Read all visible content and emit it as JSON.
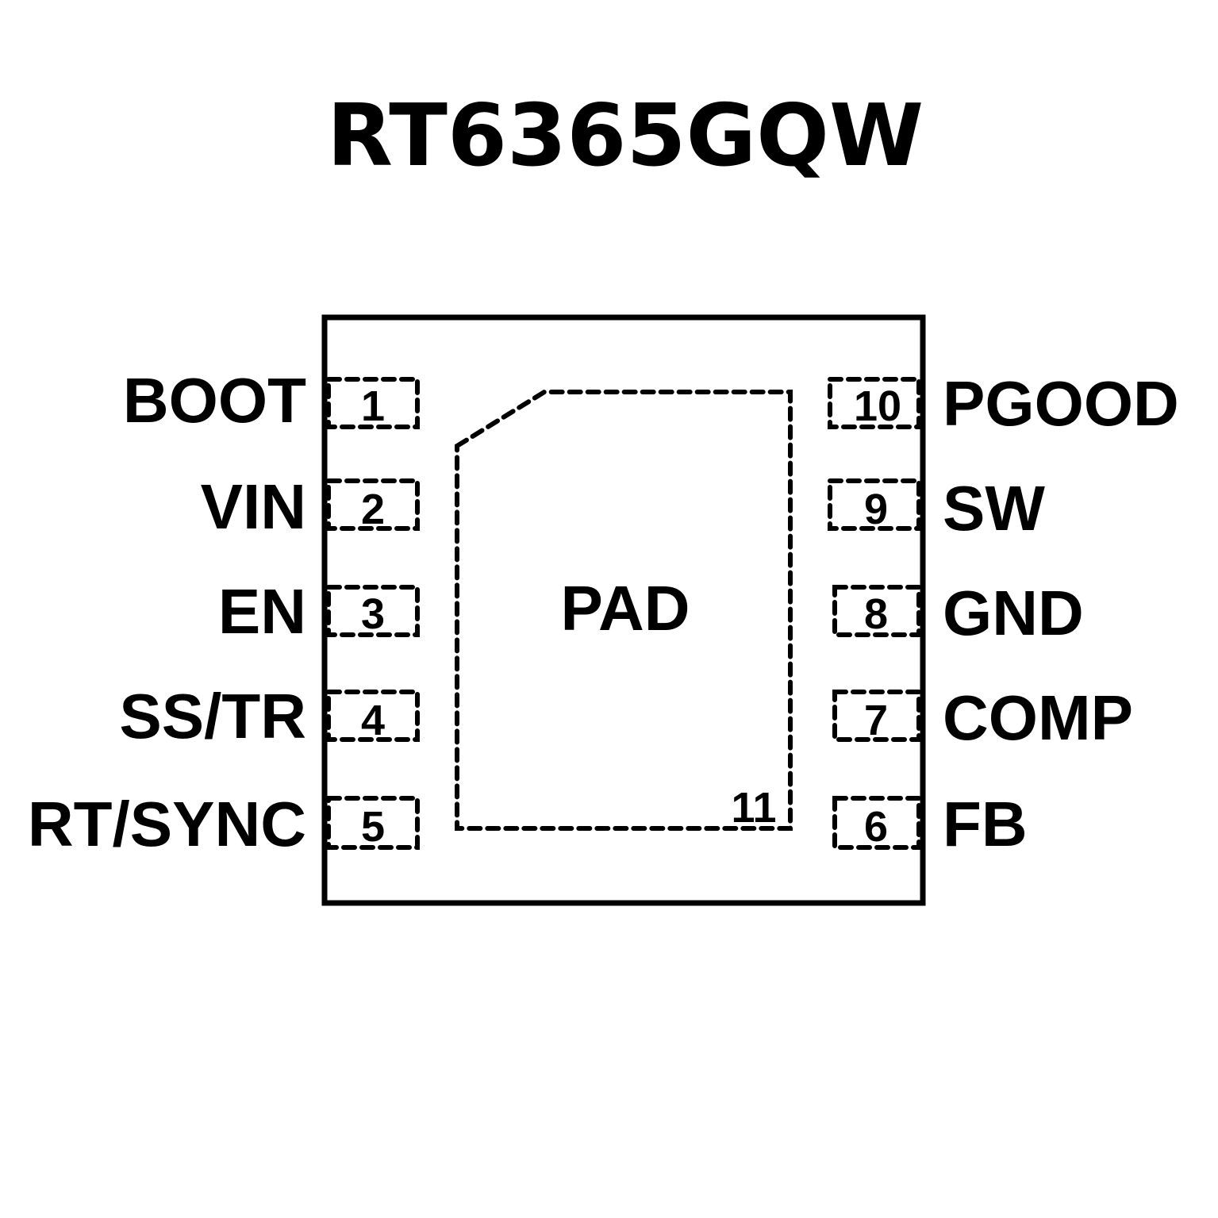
{
  "title": "RT6365GQW",
  "pad": {
    "label": "PAD",
    "number": "11"
  },
  "pins_left": [
    {
      "number": "1",
      "name": "BOOT"
    },
    {
      "number": "2",
      "name": "VIN"
    },
    {
      "number": "3",
      "name": "EN"
    },
    {
      "number": "4",
      "name": "SS/TR"
    },
    {
      "number": "5",
      "name": "RT/SYNC"
    }
  ],
  "pins_right": [
    {
      "number": "10",
      "name": "PGOOD"
    },
    {
      "number": "9",
      "name": "SW"
    },
    {
      "number": "8",
      "name": "GND"
    },
    {
      "number": "7",
      "name": "COMP"
    },
    {
      "number": "6",
      "name": "FB"
    }
  ]
}
